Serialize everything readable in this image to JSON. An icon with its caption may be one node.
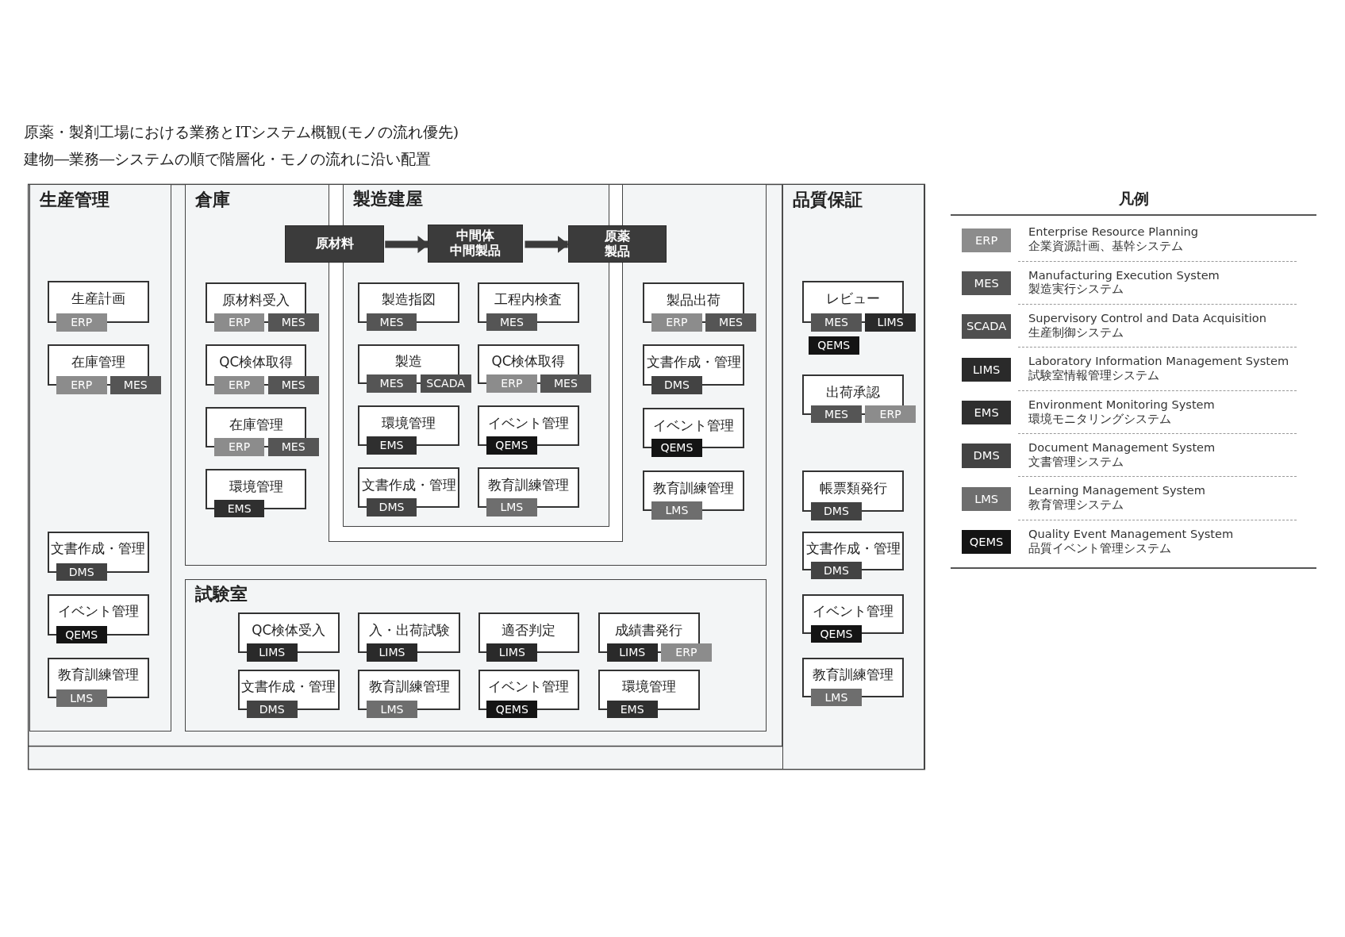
{
  "diagram": {
    "title": "原薬・製剤工場における業務とITシステム概観(モノの流れ優先)",
    "nodes": [
      {
        "text": [
          "生産管理"
        ]
      },
      {
        "text": [
          "生産計画",
          "ERP"
        ],
        "in": 0
      },
      {
        "text": [
          "在庫管理",
          "ERP",
          "MES"
        ],
        "in": 0
      },
      {
        "text": [
          "文書作成・管理",
          "DMS"
        ],
        "in": 0
      },
      {
        "text": [
          "イベント管理",
          "QEMS"
        ],
        "in": 0
      },
      {
        "text": [
          "教育訓練管理",
          "LMS"
        ],
        "in": 0
      },
      {
        "text": [
          "倉庫"
        ]
      },
      {
        "text": [
          "製造建屋"
        ],
        "in": 6
      },
      {
        "text": [
          "原材料"
        ],
        "in": 6
      },
      {
        "text": [
          "中間体",
          "中間製品"
        ],
        "in": 7
      },
      {
        "text": [
          "原薬",
          "製品"
        ],
        "in": 6
      },
      {
        "text": [
          "原材料受入",
          "ERP",
          "MES"
        ],
        "in": 6
      },
      {
        "text": [
          "QC検体取得",
          "ERP",
          "MES"
        ],
        "in": 6
      },
      {
        "text": [
          "在庫管理",
          "ERP",
          "MES"
        ],
        "in": 6
      },
      {
        "text": [
          "環境管理",
          "EMS"
        ],
        "in": 6
      },
      {
        "text": [
          "製造指図",
          "MES"
        ],
        "in": 7
      },
      {
        "text": [
          "工程内検査",
          "MES"
        ],
        "in": 7
      },
      {
        "text": [
          "製造",
          "MES",
          "SCADA"
        ],
        "in": 7
      },
      {
        "text": [
          "QC検体取得",
          "ERP",
          "MES"
        ],
        "in": 7
      },
      {
        "text": [
          "環境管理",
          "EMS"
        ],
        "in": 7
      },
      {
        "text": [
          "イベント管理",
          "QEMS"
        ],
        "in": 7
      },
      {
        "text": [
          "文書作成・管理",
          "DMS"
        ],
        "in": 7
      },
      {
        "text": [
          "教育訓練管理",
          "LMS"
        ],
        "in": 7
      },
      {
        "text": [
          "製品出荷",
          "ERP",
          "MES"
        ],
        "in": 6
      },
      {
        "text": [
          "文書作成・管理",
          "DMS"
        ],
        "in": 6
      },
      {
        "text": [
          "イベント管理",
          "QEMS"
        ],
        "in": 6
      },
      {
        "text": [
          "教育訓練管理",
          "LMS"
        ],
        "in": 6
      },
      {
        "text": [
          "試験室"
        ]
      },
      {
        "text": [
          "QC検体受入",
          "LIMS"
        ],
        "in": 27
      },
      {
        "text": [
          "入・出荷試験",
          "LIMS"
        ],
        "in": 27
      },
      {
        "text": [
          "適否判定",
          "LIMS"
        ],
        "in": 27
      },
      {
        "text": [
          "成績書発行",
          "LIMS",
          "ERP"
        ],
        "in": 27
      },
      {
        "text": [
          "文書作成・管理",
          "DMS"
        ],
        "in": 27
      },
      {
        "text": [
          "教育訓練管理",
          "LMS"
        ],
        "in": 27
      },
      {
        "text": [
          "イベント管理",
          "QEMS"
        ],
        "in": 27
      },
      {
        "text": [
          "環境管理",
          "EMS"
        ],
        "in": 27
      },
      {
        "text": [
          "品質保証"
        ]
      },
      {
        "text": [
          "レビュー",
          "MES",
          "LIMS",
          "QEMS"
        ],
        "in": 36
      },
      {
        "text": [
          "出荷承認",
          "MES",
          "ERP"
        ],
        "in": 36
      },
      {
        "text": [
          "帳票類発行",
          "DMS"
        ],
        "in": 36
      },
      {
        "text": [
          "文書作成・管理",
          "DMS"
        ],
        "in": 36
      },
      {
        "text": [
          "イベント管理",
          "QEMS"
        ],
        "in": 36
      },
      {
        "text": [
          "教育訓練管理",
          "LMS"
        ],
        "in": 36
      }
    ],
    "edges": [
      {
        "from": 8,
        "to": 9,
        "arrow": "to"
      },
      {
        "from": 9,
        "to": 10,
        "arrow": "to"
      }
    ],
    "labels": [
      "建物―業務―システムの順で階層化・モノの流れに沿い配置",
      "凡例",
      "ERP",
      "MES",
      "SCADA",
      "LIMS",
      "EMS",
      "DMS",
      "LMS",
      "QEMS"
    ],
    "legend": [
      {
        "text": "Enterprise Resource Planning 企業資源計画、基幹システム",
        "color": "#8c8c8c"
      },
      {
        "text": "Manufacturing Execution System 製造実行システム",
        "color": "#555555"
      },
      {
        "text": "Supervisory Control and Data Acquisition 生産制御システム",
        "color": "#4f4f4f"
      },
      {
        "text": "Laboratory Information Management System 試験室情報管理システム",
        "color": "#2a2a2a"
      },
      {
        "text": "Environment Monitoring System 環境モニタリングシステム",
        "color": "#2f2f2f"
      },
      {
        "text": "Document Management System 文書管理システム",
        "color": "#434343"
      },
      {
        "text": "Learning Management System 教育管理システム",
        "color": "#6e6e6e"
      },
      {
        "text": "Quality Event Management System 品質イベント管理システム",
        "color": "#141414"
      }
    ]
  }
}
